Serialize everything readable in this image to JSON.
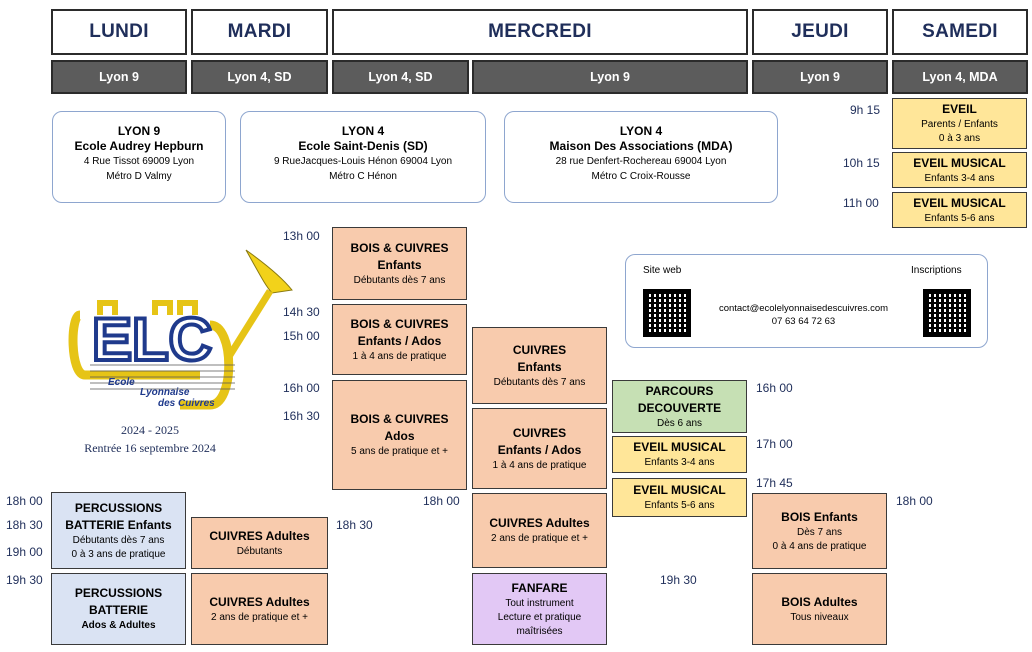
{
  "days": [
    "LUNDI",
    "MARDI",
    "MERCREDI",
    "JEUDI",
    "SAMEDI"
  ],
  "locations": [
    "Lyon 9",
    "Lyon 4, SD",
    "Lyon 4, SD",
    "Lyon 9",
    "Lyon 9",
    "Lyon 4, MDA"
  ],
  "venues": [
    {
      "city": "LYON 9",
      "name": "Ecole Audrey Hepburn",
      "address": "4 Rue Tissot 69009 Lyon",
      "metro": "Métro D Valmy"
    },
    {
      "city": "LYON 4",
      "name": "Ecole Saint-Denis (SD)",
      "address": "9 RueJacques-Louis Hénon 69004 Lyon",
      "metro": "Métro C Hénon"
    },
    {
      "city": "LYON 4",
      "name": "Maison Des Associations (MDA)",
      "address": "28 rue Denfert-Rochereau 69004 Lyon",
      "metro": "Métro C Croix-Rousse"
    }
  ],
  "logo": {
    "years": "2024 - 2025",
    "rentree": "Rentrée 16 septembre 2024",
    "text1": "Ecole",
    "text2": "Lyonnaise",
    "text3": "des Cuivres",
    "letters": "ELC"
  },
  "contact": {
    "site_label": "Site web",
    "inscriptions_label": "Inscriptions",
    "email": "contact@ecolelyonnaisedescuivres.com",
    "phone": "07 63 64 72 63"
  },
  "times": {
    "t0915": "9h 15",
    "t1015": "10h 15",
    "t1100": "11h 00",
    "t1300": "13h 00",
    "t1430": "14h 30",
    "t1500": "15h 00",
    "t1600a": "16h 00",
    "t1630": "16h 30",
    "t1600b": "16h 00",
    "t1700": "17h 00",
    "t1745": "17h 45",
    "l1800": "18h 00",
    "l1830": "18h 30",
    "l1900": "19h 00",
    "l1930": "19h 30",
    "m1830": "18h 30",
    "w1800": "18h 00",
    "w1930": "19h 30",
    "s1800": "18h 00"
  },
  "events": {
    "sam1": {
      "l1": "EVEIL",
      "l2": "Parents / Enfants",
      "l3": "0 à 3 ans"
    },
    "sam2": {
      "l1": "EVEIL MUSICAL",
      "l2": "Enfants 3-4 ans"
    },
    "sam3": {
      "l1": "EVEIL MUSICAL",
      "l2": "Enfants 5-6 ans"
    },
    "mer1": {
      "l1": "BOIS & CUIVRES",
      "l2": "Enfants",
      "l3": "Débutants dès 7 ans"
    },
    "mer2": {
      "l1": "BOIS & CUIVRES",
      "l2": "Enfants / Ados",
      "l3": "1 à 4 ans de pratique"
    },
    "mer3": {
      "l1": "BOIS & CUIVRES",
      "l2": "Ados",
      "l3": "5 ans de pratique et +"
    },
    "mer4": {
      "l1": "CUIVRES",
      "l2": "Enfants",
      "l3": "Débutants dès 7 ans"
    },
    "mer5": {
      "l1": "CUIVRES",
      "l2": "Enfants / Ados",
      "l3": "1 à 4 ans de pratique"
    },
    "mer6": {
      "l1": "CUIVRES Adultes",
      "l3": "2 ans de pratique et +"
    },
    "mer7": {
      "l1": "FANFARE",
      "l3": "Tout instrument",
      "l4": "Lecture et pratique",
      "l5": "maîtrisées"
    },
    "mer8": {
      "l1": "PARCOURS",
      "l2": "DECOUVERTE",
      "l3": "Dès 6 ans"
    },
    "mer9": {
      "l1": "EVEIL MUSICAL",
      "l2": "Enfants 3-4 ans"
    },
    "mer10": {
      "l1": "EVEIL MUSICAL",
      "l2": "Enfants 5-6 ans"
    },
    "lun1": {
      "l1": "PERCUSSIONS",
      "l2": "BATTERIE Enfants",
      "l3": "Débutants dès 7 ans",
      "l4": "0 à 3 ans de pratique"
    },
    "lun2": {
      "l1": "PERCUSSIONS",
      "l2": "BATTERIE",
      "l3": "Ados & Adultes"
    },
    "mar1": {
      "l1": "CUIVRES Adultes",
      "l3": "Débutants"
    },
    "mar2": {
      "l1": "CUIVRES Adultes",
      "l3": "2 ans de pratique et +"
    },
    "jeu1": {
      "l1": "BOIS Enfants",
      "l3": "Dès 7 ans",
      "l4": "0 à 4 ans de pratique"
    },
    "jeu2": {
      "l1": "BOIS Adultes",
      "l3": "Tous niveaux"
    }
  }
}
